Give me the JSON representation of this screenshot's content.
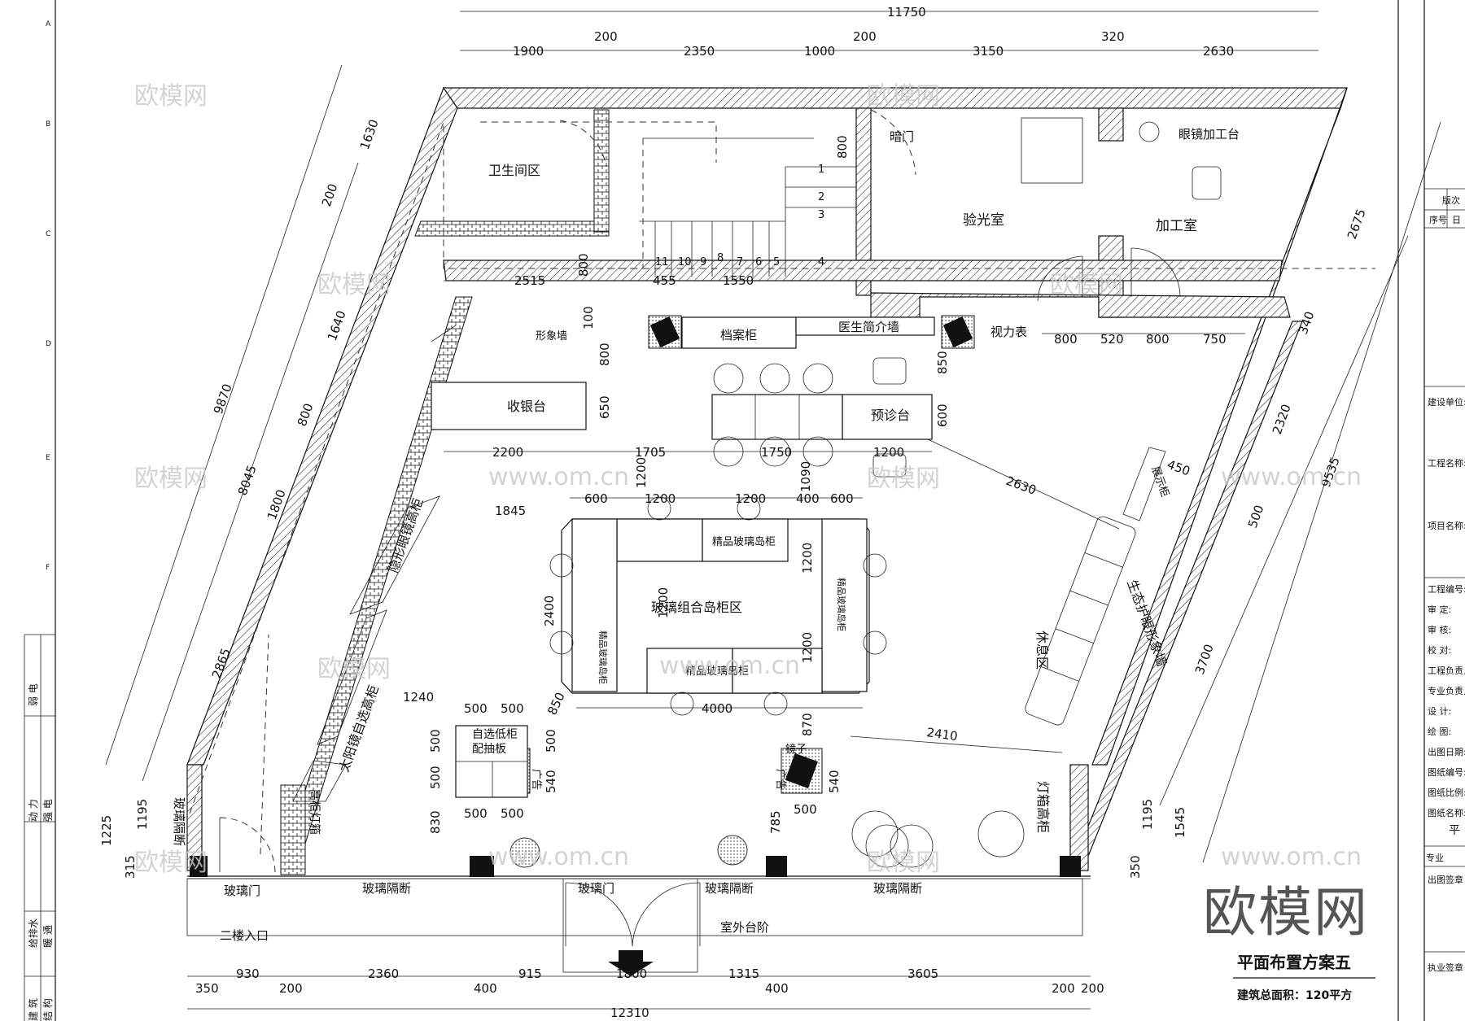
{
  "overall_dims": {
    "top_total": "11750",
    "top_segments": [
      "1900",
      "200",
      "2350",
      "1000",
      "200",
      "3150",
      "320",
      "2630"
    ],
    "bottom_total": "12310",
    "bottom_segments": [
      "350",
      "930",
      "200",
      "2360",
      "400",
      "915",
      "1800",
      "1315",
      "400",
      "3605",
      "200",
      "200"
    ],
    "left_outer": [
      "9870",
      "8045",
      "2865",
      "1630",
      "200",
      "1640",
      "800",
      "1800",
      "1225",
      "1195",
      "315"
    ],
    "right_outer": [
      "9535",
      "2675",
      "340",
      "2320",
      "500",
      "3700",
      "1195",
      "1545",
      "350"
    ]
  },
  "rooms": {
    "toilet": "卫生间区",
    "hidden_door": "暗门",
    "optometry": "验光室",
    "lens_bench": "眼镜加工台",
    "processing": "加工室",
    "image_wall": "形象墙",
    "archive": "档案柜",
    "doctor_wall": "医生简介墙",
    "eye_chart": "视力表",
    "cashier": "收银台",
    "pre_exam": "预诊台",
    "contact_cabinet": "隐形眼镜高柜",
    "sunglass_cabinet": "太阳镜自选高柜",
    "glass_island": "玻璃组合岛柜区",
    "premium_island": "精品玻璃岛柜",
    "low_cabinet_1": "自选低柜",
    "low_cabinet_2": "配抽板",
    "mirror": "镜子",
    "ad": "广告",
    "rest_area": "休息区",
    "health_wall": "生态护眼形象墙",
    "display_cab": "展示柜",
    "lightbox_tall": "高柜灯箱",
    "lightbox_right": "灯箱高柜",
    "glass_partition": "玻璃隔断",
    "glass_door": "玻璃门",
    "second_floor_entry": "二楼入口",
    "outdoor_steps": "室外台阶"
  },
  "stair_numbers": [
    "1",
    "2",
    "3",
    "4",
    "5",
    "6",
    "7",
    "8",
    "9",
    "10",
    "11"
  ],
  "inner_dims": [
    "800",
    "800",
    "2515",
    "455",
    "1550",
    "100",
    "800",
    "650",
    "850",
    "600",
    "2200",
    "1705",
    "1750",
    "1200",
    "1200",
    "1090",
    "600",
    "1200",
    "1200",
    "400",
    "600",
    "1845",
    "2400",
    "1200",
    "1200",
    "1200",
    "850",
    "4000",
    "870",
    "1240",
    "500",
    "500",
    "500",
    "500",
    "500",
    "540",
    "830",
    "500",
    "500",
    "540",
    "500",
    "785",
    "2630",
    "2410",
    "450",
    "800",
    "520",
    "800",
    "750"
  ],
  "title": "平面布置方案五",
  "subtitle": "建筑总面积：120平方",
  "logo": "欧模网",
  "watermarks": [
    "欧模网",
    "www.om.cn"
  ],
  "title_block": {
    "rev": "版次",
    "seq": "序号",
    "date": "日",
    "unit": "建设单位:",
    "project_name": "工程名称:",
    "item_name": "项目名称:",
    "project_no": "工程编号:",
    "approve": "审 定:",
    "check": "审 核:",
    "proof": "校 对:",
    "proj_lead": "工程负责人",
    "spec_lead": "专业负责人",
    "design": "设 计:",
    "draw": "绘 图:",
    "out_date": "出图日期:",
    "drawing_no": "图纸编号:",
    "scale": "图纸比例:",
    "drawing_name": "图纸名称:",
    "flat": "平",
    "specialty": "专业",
    "stamp": "出图签章",
    "license": "执业签章"
  },
  "left_strip": [
    "弱 电",
    "动 力",
    "强 电",
    "给排水",
    "暖 通",
    "建 筑",
    "结 构"
  ],
  "grid_letters": [
    "A",
    "B",
    "C",
    "D",
    "E",
    "F"
  ]
}
